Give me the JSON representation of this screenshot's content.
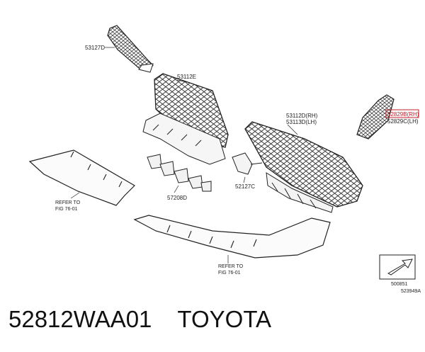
{
  "parts": {
    "p53127D": "53127D",
    "p53112E": "53112E",
    "p53112D_rh": "53112D(RH)",
    "p53113D_lh": "53113D(LH)",
    "p52829B_rh": "52829B(RH)",
    "p52829C_lh": "52829C(LH)",
    "p52127C": "52127C",
    "p57208D": "57208D"
  },
  "refs": {
    "left_refer": "REFER TO",
    "left_fig": "FIG 76-01",
    "bottom_refer": "REFER TO",
    "bottom_fig": "FIG 76-01"
  },
  "footer_codes": {
    "code1": "500851",
    "code2": "523949A"
  },
  "caption": {
    "part_number": "52812WAA01",
    "brand": "TOYOTA"
  },
  "highlight_color": "#c0202a"
}
